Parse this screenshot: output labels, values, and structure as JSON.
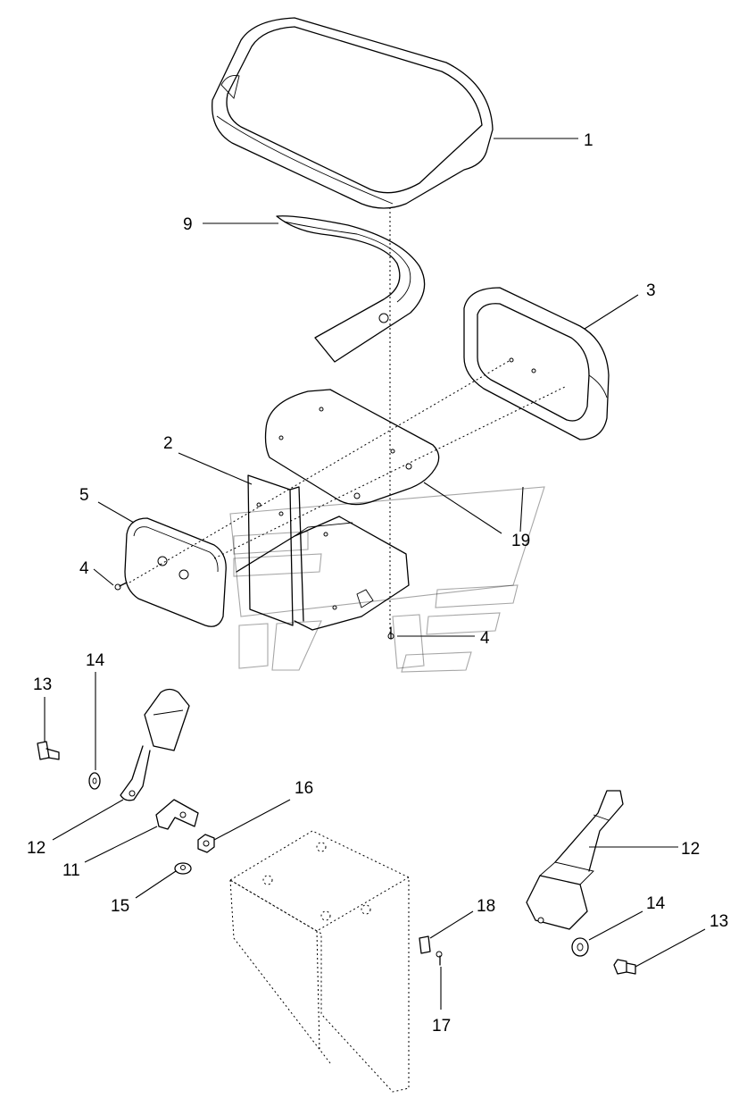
{
  "callouts": [
    {
      "id": "c1",
      "label": "1"
    },
    {
      "id": "c9",
      "label": "9"
    },
    {
      "id": "c3",
      "label": "3"
    },
    {
      "id": "c2",
      "label": "2"
    },
    {
      "id": "c5",
      "label": "5"
    },
    {
      "id": "c19",
      "label": "19"
    },
    {
      "id": "c4a",
      "label": "4"
    },
    {
      "id": "c4b",
      "label": "4"
    },
    {
      "id": "c14a",
      "label": "14"
    },
    {
      "id": "c13a",
      "label": "13"
    },
    {
      "id": "c16",
      "label": "16"
    },
    {
      "id": "c12a",
      "label": "12"
    },
    {
      "id": "c11",
      "label": "11"
    },
    {
      "id": "c15",
      "label": "15"
    },
    {
      "id": "c12b",
      "label": "12"
    },
    {
      "id": "c18",
      "label": "18"
    },
    {
      "id": "c14b",
      "label": "14"
    },
    {
      "id": "c13b",
      "label": "13"
    },
    {
      "id": "c17",
      "label": "17"
    }
  ],
  "colors": {
    "line": "#000000",
    "background": "#ffffff"
  }
}
